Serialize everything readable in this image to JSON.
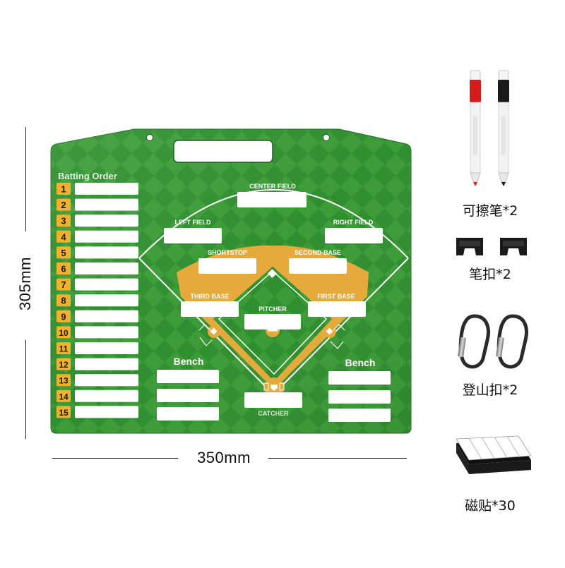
{
  "board": {
    "batting_order_title": "Batting Order",
    "batting_numbers": [
      "1",
      "2",
      "3",
      "4",
      "5",
      "6",
      "7",
      "8",
      "9",
      "10",
      "11",
      "12",
      "13",
      "14",
      "15"
    ],
    "positions": {
      "center_field": "CENTER FIELD",
      "left_field": "LEFT FIELD",
      "right_field": "RIGHT FIELD",
      "shortstop": "SHORTSTOP",
      "second_base": "SECOND BASE",
      "third_base": "THIRD BASE",
      "first_base": "FIRST BASE",
      "pitcher": "PITCHER",
      "catcher": "CATCHER"
    },
    "bench_left": "Bench",
    "bench_right": "Bench",
    "colors": {
      "grass": "#2f8f2f",
      "grass_light": "#46a83f",
      "infield_dirt": "#e6a93c",
      "number_badge": "#f2b12c"
    }
  },
  "dimensions": {
    "width_label": "350mm",
    "height_label": "305mm"
  },
  "accessories": {
    "markers_label": "可擦笔*2",
    "clips_label": "笔扣*2",
    "carabiners_label": "登山扣*2",
    "magnets_label": "磁贴*30"
  }
}
